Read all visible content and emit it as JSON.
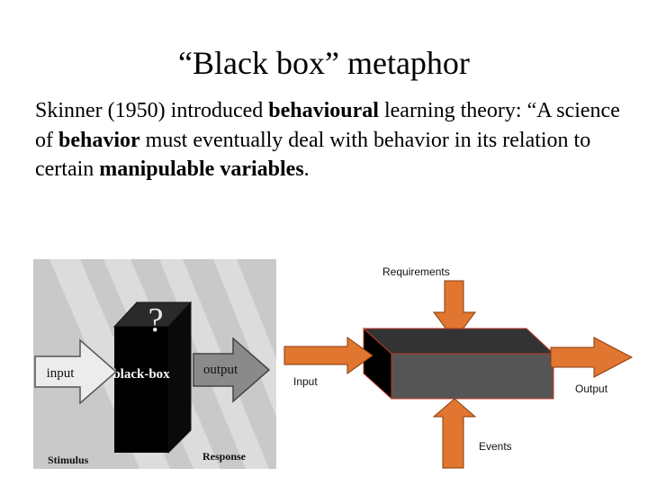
{
  "slide": {
    "title": "“Black box” metaphor",
    "body": {
      "part1": "Skinner (1950) introduced ",
      "bold1": "behavioural",
      "part2": " learning theory: “A science of ",
      "bold2": "behavior",
      "part3": " must eventually deal with behavior in its relation to certain ",
      "bold3": "manipulable variables",
      "part4": "."
    }
  },
  "left_figure": {
    "question_mark": "?",
    "box_label": "black-box",
    "input_label": "input",
    "output_label": "output",
    "stimulus_label": "Stimulus",
    "response_label": "Response"
  },
  "right_figure": {
    "requirements_label": "Requirements",
    "input_label": "Input",
    "output_label": "Output",
    "events_label": "Events",
    "colors": {
      "arrow_fill": "#e0762f",
      "arrow_stroke": "#8a3a0c",
      "box_front": "#555555",
      "box_top": "#333333",
      "box_side": "#000000",
      "box_edge": "#c0392b"
    }
  }
}
